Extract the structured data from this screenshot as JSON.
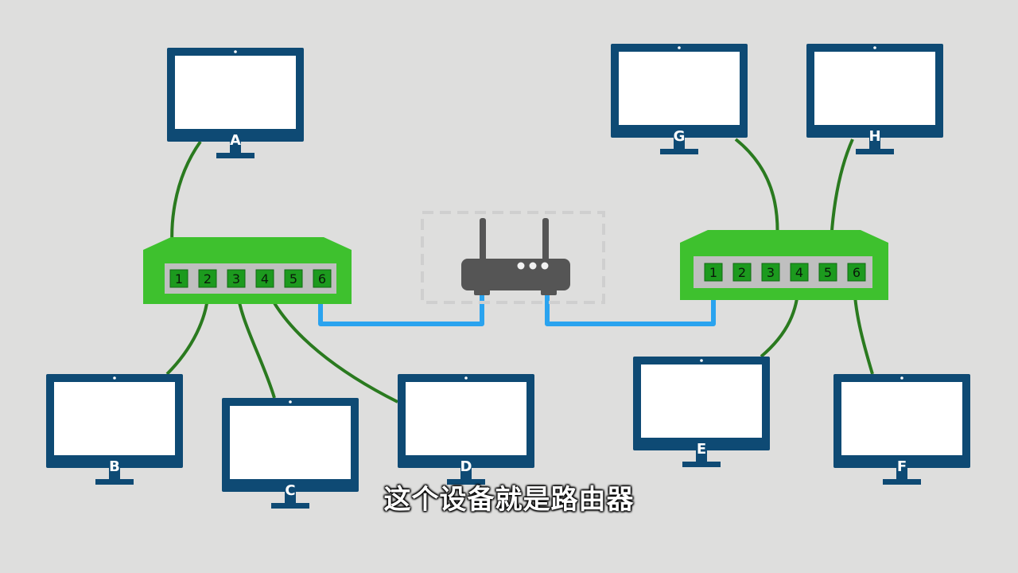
{
  "colors": {
    "background": "#dededd",
    "monitor": "#0e4a74",
    "switch": "#3ec12e",
    "port": "#1c9a1e",
    "green_cable": "#2a7a1f",
    "blue_cable": "#2aa3ef",
    "router": "#555555"
  },
  "computers": [
    {
      "id": "A",
      "label": "A"
    },
    {
      "id": "B",
      "label": "B"
    },
    {
      "id": "C",
      "label": "C"
    },
    {
      "id": "D",
      "label": "D"
    },
    {
      "id": "E",
      "label": "E"
    },
    {
      "id": "F",
      "label": "F"
    },
    {
      "id": "G",
      "label": "G"
    },
    {
      "id": "H",
      "label": "H"
    }
  ],
  "switches": [
    {
      "id": "left",
      "ports": [
        "1",
        "2",
        "3",
        "4",
        "5",
        "6"
      ]
    },
    {
      "id": "right",
      "ports": [
        "1",
        "2",
        "3",
        "4",
        "5",
        "6"
      ]
    }
  ],
  "connections": [
    {
      "computer": "A",
      "switch": "left",
      "port": "1"
    },
    {
      "computer": "B",
      "switch": "left",
      "port": "2"
    },
    {
      "computer": "C",
      "switch": "left",
      "port": "3"
    },
    {
      "computer": "D",
      "switch": "left",
      "port": "4"
    },
    {
      "computer": "G",
      "switch": "right",
      "port": "3"
    },
    {
      "computer": "H",
      "switch": "right",
      "port": "5"
    },
    {
      "computer": "E",
      "switch": "right",
      "port": "4"
    },
    {
      "computer": "F",
      "switch": "right",
      "port": "6"
    },
    {
      "router": true,
      "switch": "left",
      "port": "6"
    },
    {
      "router": true,
      "switch": "right",
      "port": "1"
    }
  ],
  "subtitle": "这个设备就是路由器"
}
